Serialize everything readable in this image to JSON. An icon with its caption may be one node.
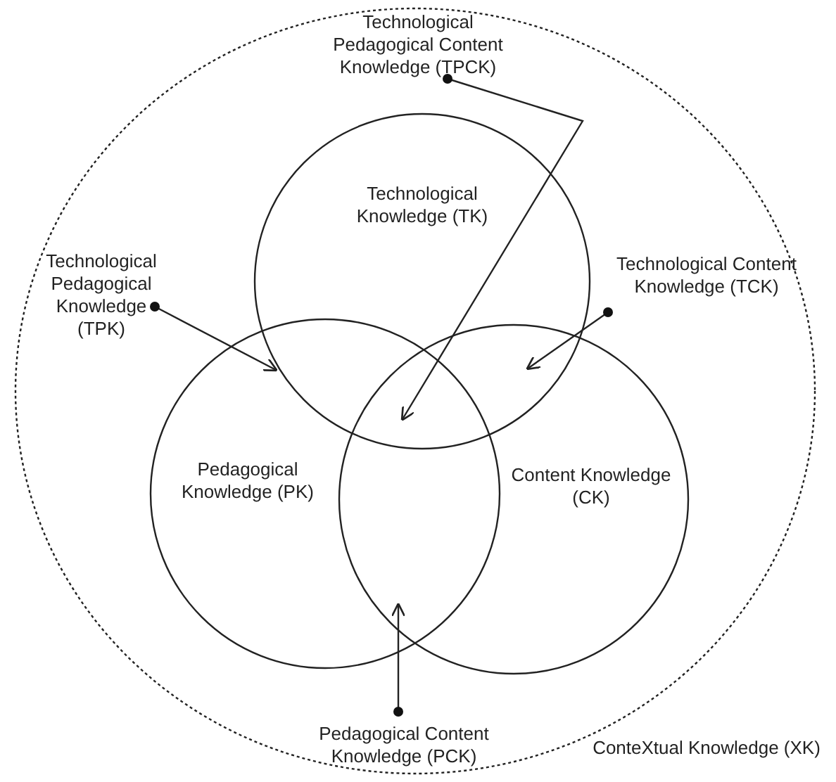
{
  "diagram": {
    "nodes": [
      {
        "text": [
          "ConteXtual Knowledge (XK)"
        ]
      },
      {
        "text": [
          "Technological Knowledge (TK)"
        ],
        "in": 0
      },
      {
        "text": [
          "Pedagogical Knowledge (PK)"
        ],
        "in": 0
      },
      {
        "text": [
          "Content Knowledge (CK)"
        ],
        "in": 0
      },
      {
        "text": [
          "Technological Pedagogical Content Knowledge (TPCK)"
        ],
        "in": 0
      },
      {
        "text": [
          "Technological Pedagogical Knowledge (TPK)"
        ],
        "in": 0
      },
      {
        "text": [
          "Technological Content Knowledge (TCK)"
        ],
        "in": 0
      },
      {
        "text": [
          "Pedagogical Content Knowledge (PCK)"
        ],
        "in": 0
      }
    ],
    "edges": [
      {
        "from": 4,
        "to": 1,
        "arrow": "to"
      },
      {
        "from": 5,
        "to": 1,
        "arrow": "to"
      },
      {
        "from": 6,
        "to": 1,
        "arrow": "to"
      },
      {
        "from": 7,
        "to": 2,
        "arrow": "to"
      }
    ]
  }
}
